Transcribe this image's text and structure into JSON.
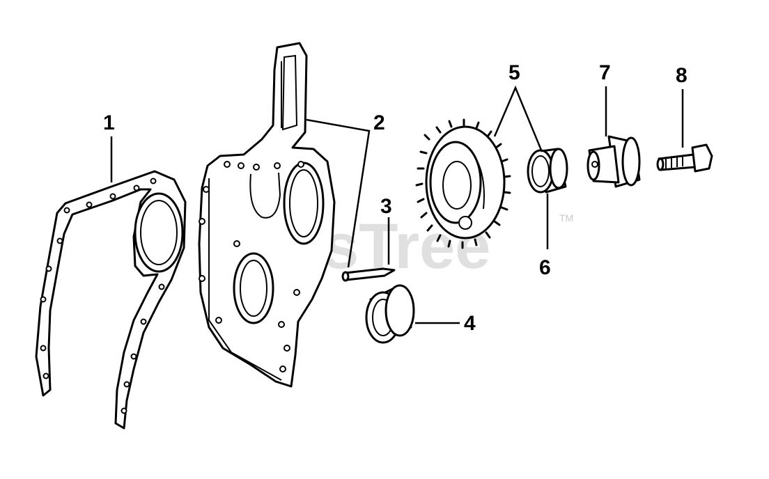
{
  "watermark": {
    "text": "PartsTree",
    "trademark": "TM"
  },
  "callouts": {
    "c1": "1",
    "c2": "2",
    "c3": "3",
    "c4": "4",
    "c5": "5",
    "c6": "6",
    "c7": "7",
    "c8": "8"
  },
  "colors": {
    "ink": "#000000",
    "watermark": "#c8c8c8",
    "background": "#ffffff"
  }
}
